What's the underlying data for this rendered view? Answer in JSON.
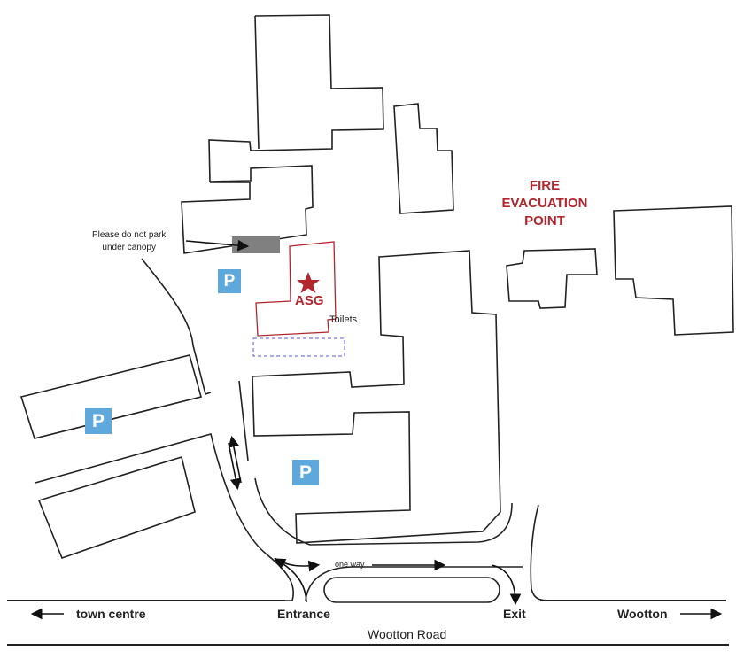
{
  "labels": {
    "canopy_note": "Please do not park under canopy",
    "canopy_line1": "Please do not park",
    "canopy_line2": "under canopy",
    "asg": "ASG",
    "toilets": "Toilets",
    "fire_line1": "FIRE",
    "fire_line2": "EVACUATION",
    "fire_line3": "POINT",
    "one_way": "one way",
    "town_centre": "town centre",
    "entrance": "Entrance",
    "exit": "Exit",
    "wootton": "Wootton",
    "wootton_road": "Wootton Road"
  },
  "parking": [
    "P",
    "P",
    "P"
  ],
  "colors": {
    "asg": "#b3262e",
    "parking": "#5fa8dc",
    "canopy": "#808080",
    "toilets_outline": "#5555ee"
  },
  "icons": {
    "asg_marker": "star-icon",
    "parking": "parking-icon"
  }
}
